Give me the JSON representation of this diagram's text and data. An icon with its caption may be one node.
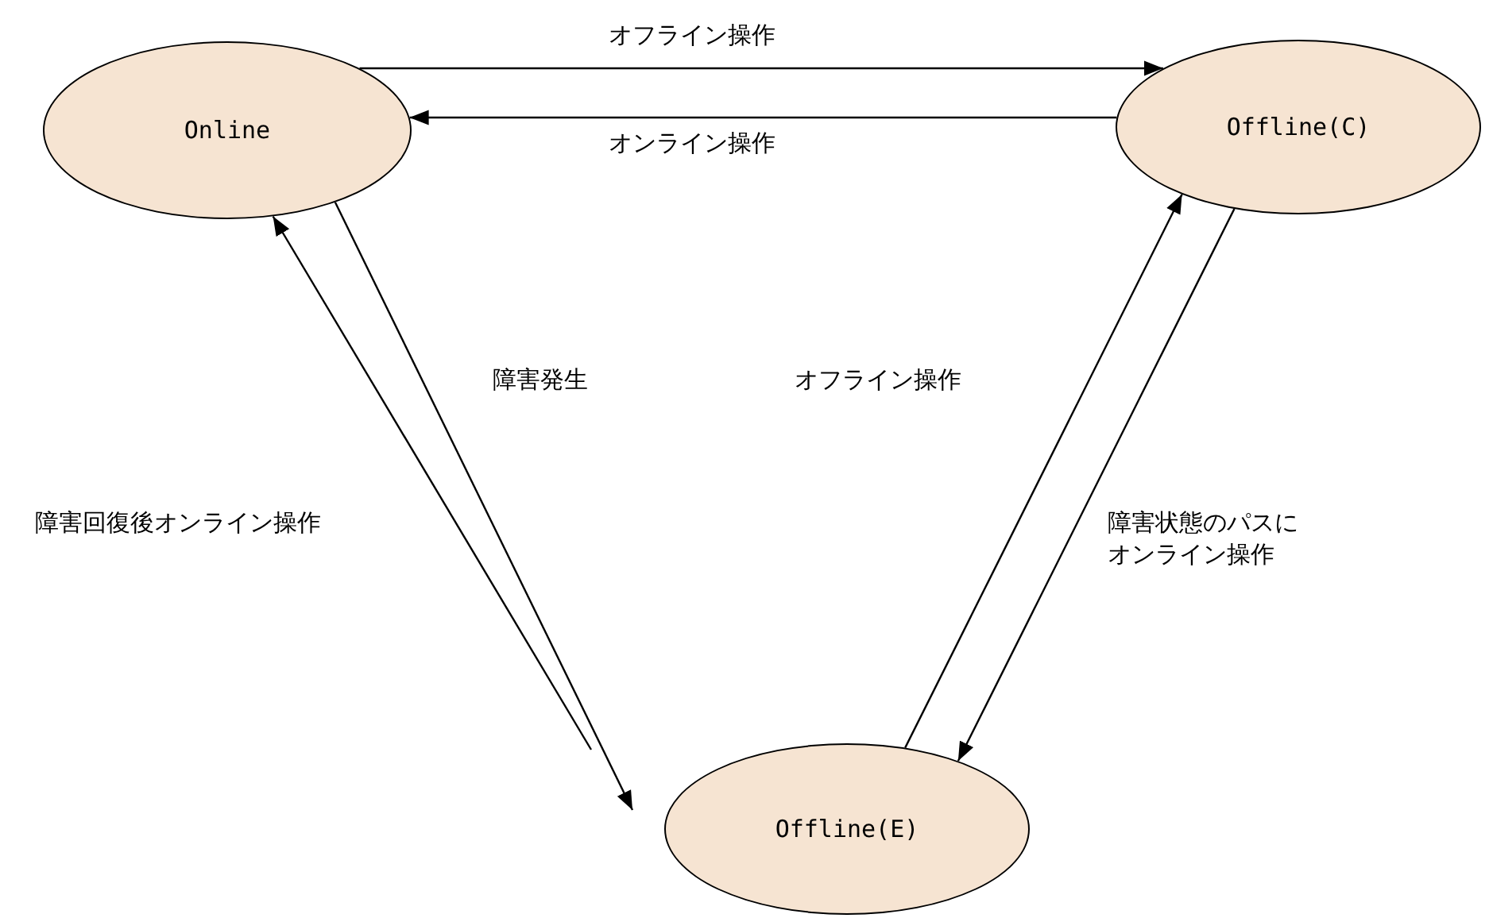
{
  "diagram": {
    "nodes": [
      {
        "text": [
          "Online"
        ]
      },
      {
        "text": [
          "Offline(C)"
        ]
      },
      {
        "text": [
          "Offline(E)"
        ]
      }
    ],
    "edges": [
      {
        "from": 0,
        "to": 1,
        "arrow": "to",
        "label": "オフライン操作"
      },
      {
        "from": 1,
        "to": 0,
        "arrow": "to",
        "label": "オンライン操作"
      },
      {
        "from": 0,
        "to": 2,
        "arrow": "to",
        "label": "障害発生"
      },
      {
        "from": 2,
        "to": 0,
        "arrow": "to",
        "label": "障害回復後オンライン操作"
      },
      {
        "from": 2,
        "to": 1,
        "arrow": "to",
        "label": "オフライン操作"
      },
      {
        "from": 1,
        "to": 2,
        "arrow": "to",
        "label": "障害状態のパスにオンライン操作"
      }
    ]
  }
}
